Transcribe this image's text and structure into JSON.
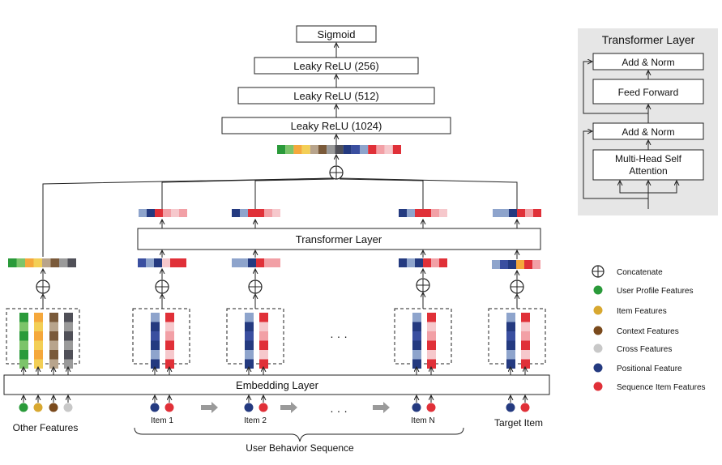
{
  "mlp": {
    "sigmoid": "Sigmoid",
    "relu256": "Leaky ReLU (256)",
    "relu512": "Leaky ReLU (512)",
    "relu1024": "Leaky ReLU (1024)"
  },
  "transformer_label": "Transformer Layer",
  "embedding_label": "Embedding  Layer",
  "inputs": {
    "other": "Other Features",
    "item1": "Item 1",
    "item2": "Item 2",
    "itemN": "Item N",
    "target": "Target Item",
    "sequence": "User Behavior Sequence",
    "ellipsis": "·  ·  ·"
  },
  "detail": {
    "title": "Transformer Layer",
    "add_norm_top": "Add & Norm",
    "feed_forward": "Feed Forward",
    "add_norm_bottom": "Add & Norm",
    "mhsa_line1": "Multi-Head Self",
    "mhsa_line2": "Attention"
  },
  "legend": [
    {
      "key": "concat",
      "label": "Concatenate"
    },
    {
      "key": "user",
      "label": "User Profile Features",
      "color": "#2a9a3a"
    },
    {
      "key": "item",
      "label": "Item Features",
      "color": "#d8a830"
    },
    {
      "key": "context",
      "label": "Context Features",
      "color": "#7a4a1c"
    },
    {
      "key": "cross",
      "label": "Cross Features",
      "color": "#c8c8c8"
    },
    {
      "key": "position",
      "label": "Positional Feature",
      "color": "#243a80"
    },
    {
      "key": "sequence",
      "label": "Sequence Item Features",
      "color": "#e03038"
    }
  ],
  "colors": {
    "green": "#2a9a3a",
    "light_green": "#7cc46a",
    "orange": "#f5a83c",
    "yellow": "#f3cf56",
    "brown": "#7a5a3a",
    "tan": "#b8a48c",
    "gray": "#9a9a9a",
    "dark_gray": "#505058",
    "navy": "#243a80",
    "blue": "#3a4fa0",
    "light_blue": "#8ea4cc",
    "red": "#e03038",
    "pink": "#f2a0a6",
    "light_pink": "#f6c8cc",
    "panel": "#e6e6e6"
  }
}
